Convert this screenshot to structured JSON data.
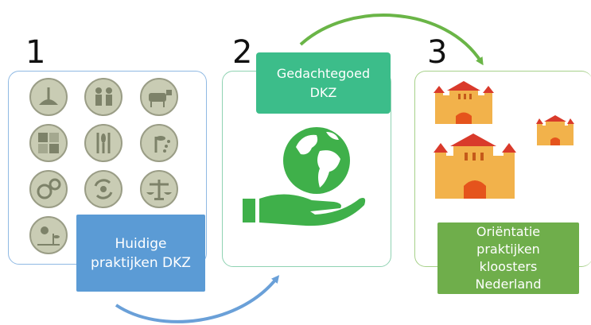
{
  "steps": [
    {
      "number": "1",
      "label": "Huidige praktijken DKZ"
    },
    {
      "number": "2",
      "label": "Gedachtegoed DKZ"
    },
    {
      "number": "3",
      "label": "Oriëntatie praktijken kloosters Nederland"
    }
  ],
  "icons": [
    "farming-icon",
    "people-icon",
    "cow-icon",
    "land-plots-icon",
    "cutlery-icon",
    "plant-growth-icon",
    "gears-icon",
    "recycle-icon",
    "scales-icon",
    "sun-plant-icon"
  ],
  "colors": {
    "panel1_border": "#8fb9e3",
    "panel2_border": "#8fd2b2",
    "panel3_border": "#a7d18a",
    "label1": "#5b9bd5",
    "label2": "#3cbd8a",
    "label3": "#6fae4b",
    "arrow_top": "#6ab547",
    "arrow_bottom": "#6aa0d8",
    "globe": "#3fb04a",
    "castle": "#f2b24b",
    "roof": "#d93a2b"
  }
}
